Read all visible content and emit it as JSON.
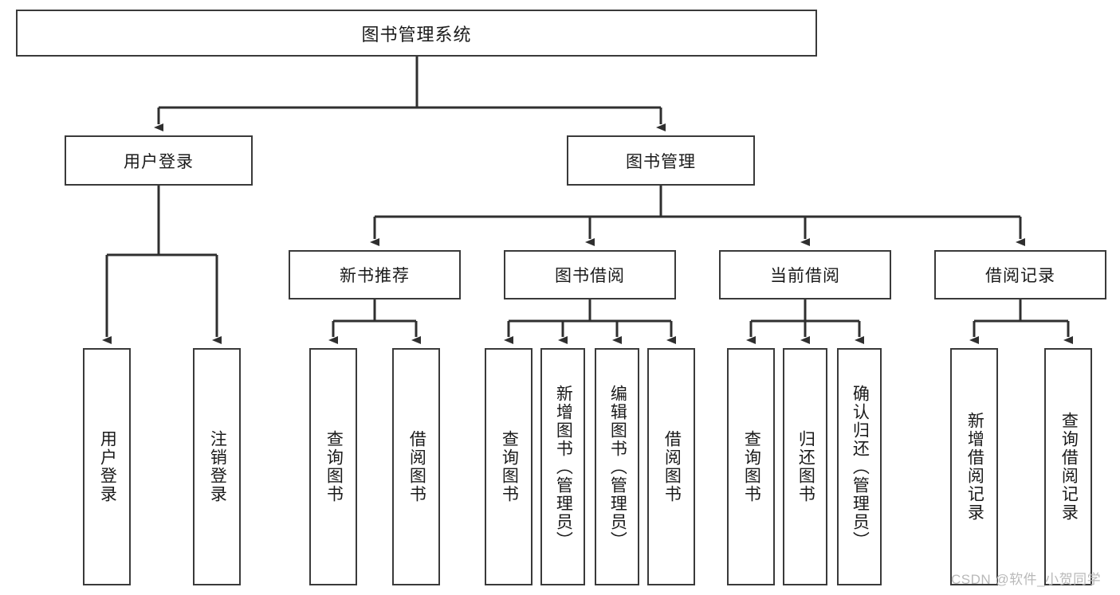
{
  "diagram": {
    "title": "图书管理系统",
    "type": "hierarchy-tree",
    "root": {
      "label": "图书管理系统"
    },
    "tier2": [
      {
        "label": "用户登录"
      },
      {
        "label": "图书管理"
      }
    ],
    "tier3": [
      {
        "label": "新书推荐"
      },
      {
        "label": "图书借阅"
      },
      {
        "label": "当前借阅"
      },
      {
        "label": "借阅记录"
      }
    ],
    "leaves": [
      {
        "label": "用户登录",
        "parent": "用户登录"
      },
      {
        "label": "注销登录",
        "parent": "用户登录"
      },
      {
        "label": "查询图书",
        "parent": "新书推荐"
      },
      {
        "label": "借阅图书",
        "parent": "新书推荐"
      },
      {
        "label": "查询图书",
        "parent": "图书借阅"
      },
      {
        "label": "新增图书（管理员）",
        "parent": "图书借阅"
      },
      {
        "label": "编辑图书（管理员）",
        "parent": "图书借阅"
      },
      {
        "label": "借阅图书",
        "parent": "图书借阅"
      },
      {
        "label": "查询图书",
        "parent": "当前借阅"
      },
      {
        "label": "归还图书",
        "parent": "当前借阅"
      },
      {
        "label": "确认归还（管理员）",
        "parent": "当前借阅"
      },
      {
        "label": "新增借阅记录",
        "parent": "借阅记录"
      },
      {
        "label": "查询借阅记录",
        "parent": "借阅记录"
      }
    ]
  },
  "watermark": {
    "text": "CSDN @软件_小贺同学"
  },
  "colors": {
    "box_border": "#3a3a3a",
    "box_fill": "#ffffff",
    "line": "#2f2f2f",
    "text": "#1a1a1a",
    "watermark": "#b9b9b9"
  }
}
